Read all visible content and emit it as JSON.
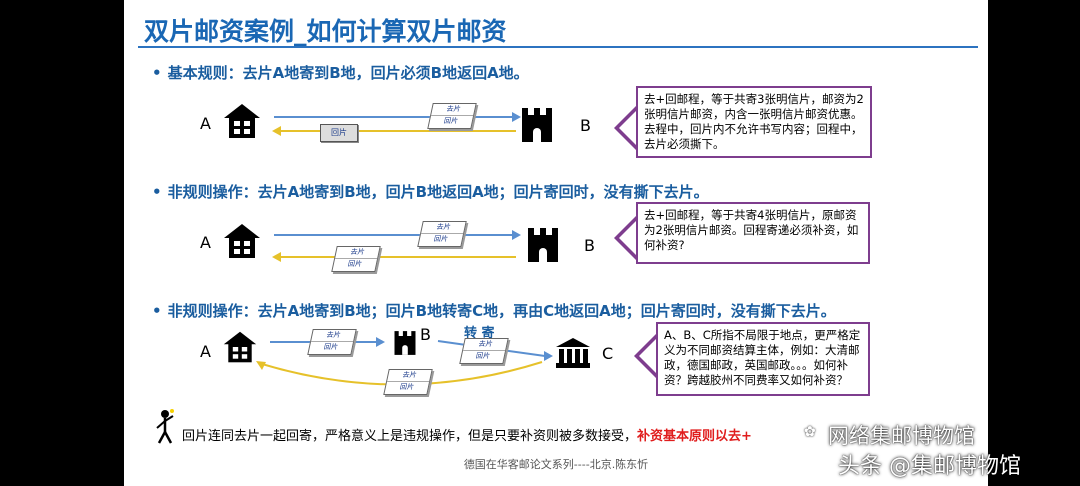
{
  "title": "双片邮资案例_如何计算双片邮资",
  "sections": [
    {
      "bullet": "基本规则：去片A地寄到B地，回片必须B地返回A地。",
      "from_label": "A",
      "to_label": "B",
      "cards_out": {
        "top": "去片",
        "bottom": "回片"
      },
      "card_return": "回片",
      "callout": "去+回邮程，等于共寄3张明信片，邮资为2张明信片邮资，内含一张明信片邮资优惠。去程中，回片内不允许书写内容；回程中，去片必须撕下。"
    },
    {
      "bullet": "非规则操作：去片A地寄到B地，回片B地返回A地；回片寄回时，没有撕下去片。",
      "from_label": "A",
      "to_label": "B",
      "cards_out": {
        "top": "去片",
        "bottom": "回片"
      },
      "cards_return": {
        "top": "去片",
        "bottom": "回片"
      },
      "callout": "去+回邮程，等于共寄4张明信片，原邮资为2张明信片邮资。回程寄递必须补资，如何补资?"
    },
    {
      "bullet": "非规则操作：去片A地寄到B地；回片B地转寄C地，再由C地返回A地；回片寄回时，没有撕下去片。",
      "from_label": "A",
      "mid_label": "B",
      "to_label": "C",
      "transfer_label": "转  寄",
      "cards_out": {
        "top": "去片",
        "bottom": "回片"
      },
      "cards_transfer": {
        "top": "去片",
        "bottom": "回片"
      },
      "cards_return": {
        "top": "去片",
        "bottom": "回片"
      },
      "callout": "A、B、C所指不局限于地点，更严格定义为不同邮资结算主体，例如：大清邮政，德国邮政，英国邮政。。。如何补资？跨越胶州不同费率又如何补资？"
    }
  ],
  "note": {
    "black": "回片连同去片一起回寄，严格意义上是违规操作，但是只要补资则被多数接受，",
    "red": "补资基本原则以去+"
  },
  "credit": "德国在华客邮论文系列----北京.陈东忻",
  "watermarks": {
    "line1": "网络集邮博物馆",
    "line2": "头条 @集邮博物馆"
  },
  "colors": {
    "title": "#1a67b4",
    "callout_border": "#7e3d8e",
    "blue_line": "#5a8fd0",
    "yellow_line": "#e6c12a",
    "red_text": "#e01d1d"
  }
}
